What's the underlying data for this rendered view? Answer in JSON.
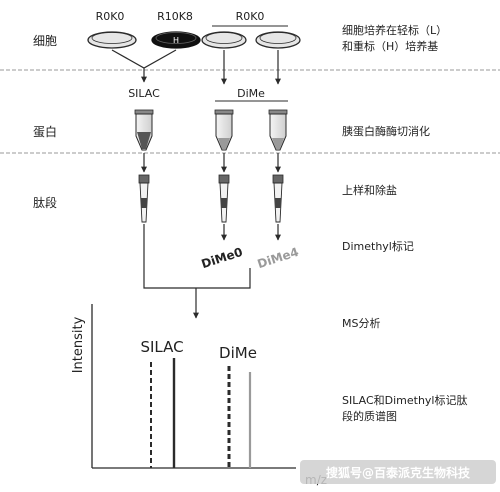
{
  "stages": {
    "cells": "细胞",
    "protein": "蛋白",
    "peptides": "肽段"
  },
  "cell_labels": {
    "r0k0_left": "R0K0",
    "r10k8": "R10K8",
    "r0k0_right": "R0K0",
    "heavy_dish_letter": "H"
  },
  "methods": {
    "silac": "SILAC",
    "dime": "DiMe"
  },
  "dime_channels": {
    "dime0": "DiMe0",
    "dime4": "DiMe4"
  },
  "descriptions": {
    "cells_line1": "细胞培养在轻标（L）",
    "cells_line2": "和重标（H）培养基",
    "digest": "胰蛋白酶酶切消化",
    "desalt": "上样和除盐",
    "dimethyl": "Dimethyl标记",
    "ms": "MS分析",
    "spectrum_line1": "SILAC和Dimethyl标记肽",
    "spectrum_line2": "段的质谱图"
  },
  "plot": {
    "ylabel": "Intensity",
    "xlabel": "m/z",
    "silac_label": "SILAC",
    "dime_label": "DiMe"
  },
  "watermark": "搜狐号@百泰派克生物科技",
  "colors": {
    "line": "#2b2b2b",
    "divider": "#9a9a9a",
    "dime4_text": "#9a9a9a",
    "watermark_bg": "#d8d8d8"
  }
}
